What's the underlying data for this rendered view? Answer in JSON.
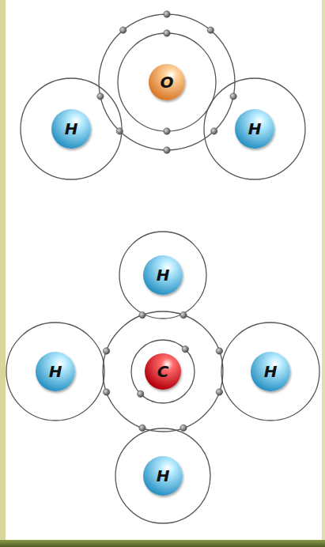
{
  "diagram": {
    "nodes": [
      {
        "text": [
          "O"
        ]
      },
      {
        "text": [
          "H"
        ]
      },
      {
        "text": [
          "H"
        ]
      },
      {
        "text": [
          "H"
        ]
      },
      {
        "text": [
          "H"
        ]
      },
      {
        "text": [
          "C"
        ]
      },
      {
        "text": [
          "H"
        ]
      },
      {
        "text": [
          "H"
        ]
      }
    ]
  }
}
